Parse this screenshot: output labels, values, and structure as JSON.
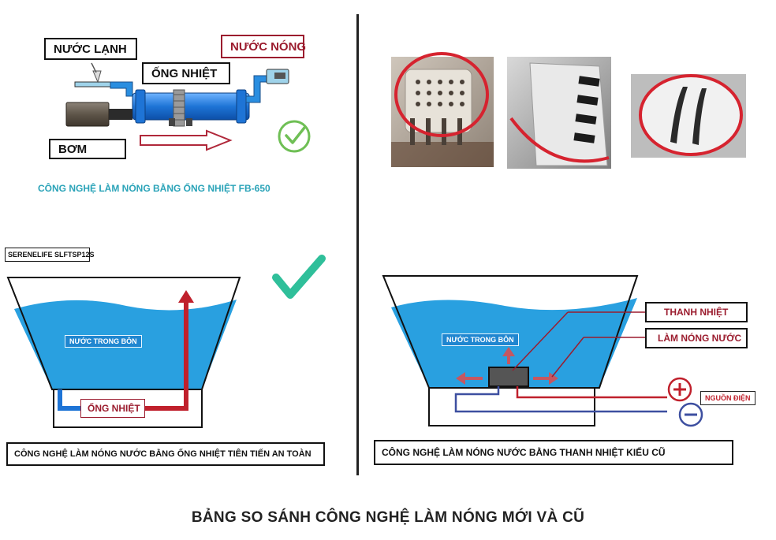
{
  "top_left": {
    "label_cold_water": "NƯỚC LẠNH",
    "label_hot_water": "NƯỚC NÓNG",
    "label_heat_pipe": "ỐNG NHIỆT",
    "label_pump": "BƠM",
    "caption": "CÔNG NGHỆ LÀM NÓNG BẰNG ỐNG NHIỆT FB-650"
  },
  "bottom_left": {
    "model_tag": "SERENELIFE SLFTSP12S",
    "water_label": "NƯỚC TRONG BÔN",
    "heat_pipe_label": "ỐNG NHIỆT",
    "caption": "CÔNG NGHỆ LÀM NÓNG NƯỚC BẰNG ỐNG NHIỆT TIÊN TIẾN AN TOÀN"
  },
  "bottom_right": {
    "water_label": "NƯỚC TRONG BÔN",
    "heating_bar_label": "THANH NHIỆT",
    "heating_water_label": "LÀM NÓNG NƯỚC",
    "power_label": "NGUỒN ĐIỆN",
    "caption": "CÔNG NGHỆ LÀM NÓNG NƯỚC BẰNG THANH NHIỆT KIỂU CŨ"
  },
  "main_title": "BẢNG SO SÁNH CÔNG NGHỆ LÀM NÓNG MỚI VÀ CŨ",
  "icons": {
    "check_circle": "check-circle-icon",
    "check": "check-icon",
    "plus": "plus-circle-icon",
    "minus": "minus-circle-icon"
  },
  "colors": {
    "water": "#29a0e0",
    "pipe_blue": "#1e74d6",
    "hot_red": "#c0202c",
    "accent_teal": "#2aa3b8",
    "check_green": "#2fbf9a"
  }
}
